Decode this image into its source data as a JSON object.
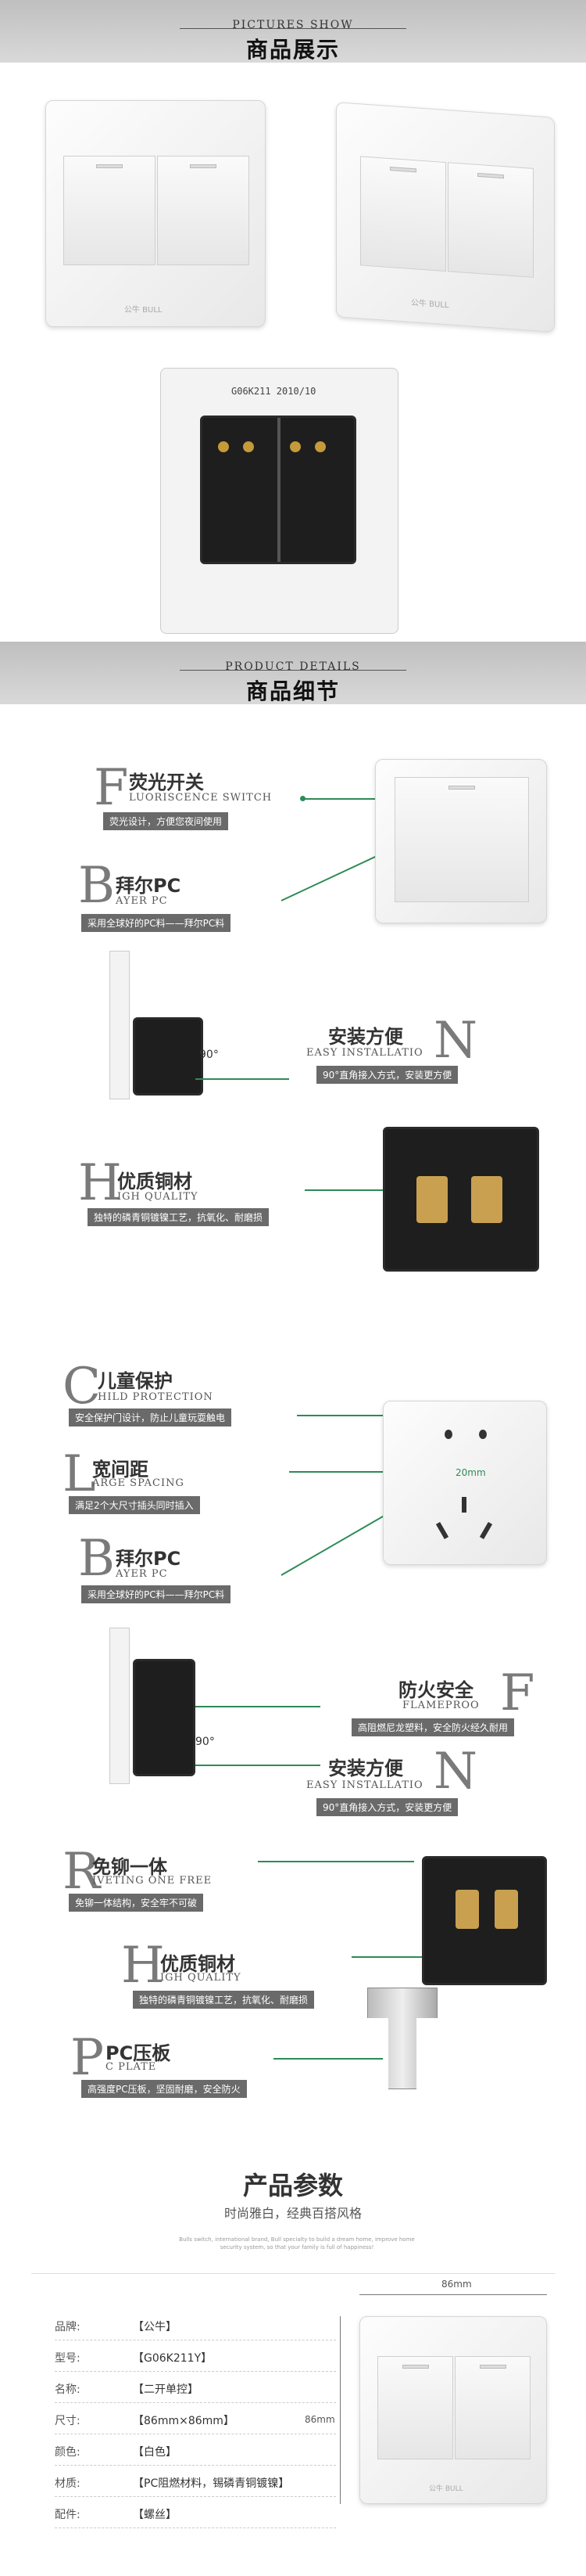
{
  "sections": {
    "show": {
      "en": "PICTURES SHOW",
      "cn": "商品展示"
    },
    "details": {
      "en": "PRODUCT DETAILS",
      "cn": "商品细节"
    }
  },
  "product_show": {
    "back_label": "G06K211 2010/10",
    "brand_mark": "公牛 BULL"
  },
  "features_1": [
    {
      "letter": "F",
      "title": "荧光开关",
      "en": "LUORISCENCE SWITCH",
      "desc": "荧光设计，方便您夜间使用"
    },
    {
      "letter": "B",
      "title": "拜尔PC",
      "en": "AYER PC",
      "desc": "采用全球好的PC料——拜尔PC料"
    },
    {
      "letter": "N",
      "title": "安装方便",
      "en": "EASY INSTALLATIO",
      "desc": "90°直角接入方式，安装更方便"
    },
    {
      "letter": "H",
      "title": "优质铜材",
      "en": "IGH QUALITY",
      "desc": "独特的磷青铜镀镍工艺，抗氧化、耐磨损"
    }
  ],
  "angle_label": "90°",
  "features_2": [
    {
      "letter": "C",
      "title": "儿童保护",
      "en": "HILD PROTECTION",
      "desc": "安全保护门设计，防止儿童玩耍触电"
    },
    {
      "letter": "L",
      "title": "宽间距",
      "en": "ARGE SPACING",
      "desc": "满足2个大尺寸插头同时插入"
    },
    {
      "letter": "B",
      "title": "拜尔PC",
      "en": "AYER PC",
      "desc": "采用全球好的PC料——拜尔PC料"
    },
    {
      "letter": "F",
      "title": "防火安全",
      "en": "FLAMEPROO",
      "desc": "高阻燃尼龙塑料，安全防火经久耐用"
    },
    {
      "letter": "N",
      "title": "安装方便",
      "en": "EASY INSTALLATIO",
      "desc": "90°直角接入方式，安装更方便"
    },
    {
      "letter": "R",
      "title": "免铆一体",
      "en": "IVETING ONE FREE",
      "desc": "免铆一体结构，安全牢不可破"
    },
    {
      "letter": "H",
      "title": "优质铜材",
      "en": "IGH QUALITY",
      "desc": "独特的磷青铜镀镍工艺，抗氧化、耐磨损"
    },
    {
      "letter": "P",
      "title": "PC压板",
      "en": "C PLATE",
      "desc": "高强度PC压板，坚固耐磨，安全防火"
    }
  ],
  "spacing_label": "20mm",
  "params": {
    "title": "产品参数",
    "subtitle": "时尚雅白，经典百搭风格",
    "fine_print": "Bulls switch, international brand, Bull specialty to build a dream home, improve home security system, so that your family is full of happiness!",
    "dim_width": "86mm",
    "dim_height": "86mm",
    "rows": [
      {
        "label": "品牌:",
        "value": "【公牛】"
      },
      {
        "label": "型号:",
        "value": "【G06K211Y】"
      },
      {
        "label": "名称:",
        "value": "【二开单控】"
      },
      {
        "label": "尺寸:",
        "value": "【86mm×86mm】"
      },
      {
        "label": "颜色:",
        "value": "【白色】"
      },
      {
        "label": "材质:",
        "value": "【PC阻燃材料，锡磷青铜镀镍】"
      },
      {
        "label": "配件:",
        "value": "【螺丝】"
      }
    ]
  }
}
